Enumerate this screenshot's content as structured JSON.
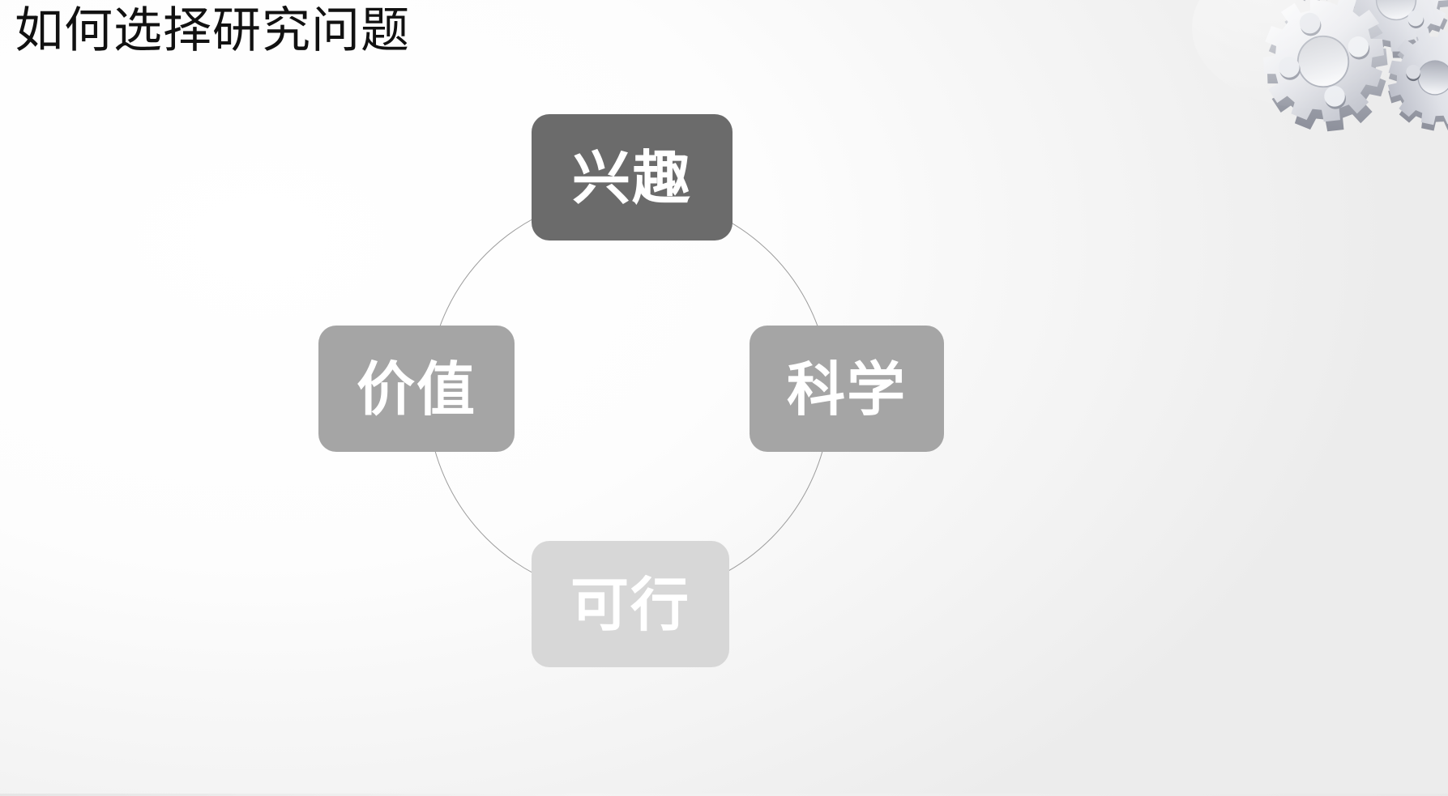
{
  "slide": {
    "title": "如何选择研究问题",
    "background_color": "#fdfdfd",
    "decoration_icon": "gears-icon"
  },
  "diagram": {
    "type": "cycle",
    "ring_color": "#9d9d9d",
    "nodes": [
      {
        "id": "top",
        "label": "兴趣",
        "position": "top",
        "fill": "#6b6b6b",
        "text_color": "#ffffff"
      },
      {
        "id": "right",
        "label": "科学",
        "position": "right",
        "fill": "#a5a5a5",
        "text_color": "#ffffff"
      },
      {
        "id": "bottom",
        "label": "可行",
        "position": "bottom",
        "fill": "#d7d7d7",
        "text_color": "#ffffff"
      },
      {
        "id": "left",
        "label": "价值",
        "position": "left",
        "fill": "#a5a5a5",
        "text_color": "#ffffff"
      }
    ]
  }
}
